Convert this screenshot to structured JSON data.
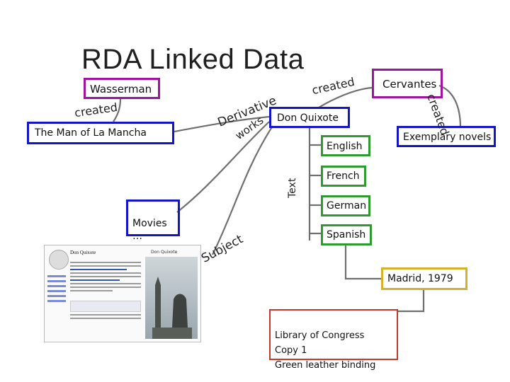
{
  "title": "RDA Linked Data",
  "nodes": {
    "wasserman": "Wasserman",
    "man_of_la_mancha": "The Man of La Mancha",
    "don_quixote": "Don Quixote",
    "cervantes": "Cervantes",
    "exemplary_novels": "Exemplary novels",
    "movies": "Movies\n…",
    "english": "English",
    "french": "French",
    "german": "German",
    "spanish": "Spanish",
    "madrid": "Madrid, 1979",
    "library": "Library of Congress\nCopy 1\nGreen leather binding"
  },
  "edge_labels": {
    "created_left": "created",
    "created_top": "created",
    "created_right": "created",
    "derivative": "Derivative",
    "works": "works",
    "text": "Text",
    "subject": "Subject"
  },
  "wiki_thumb": {
    "page_title": "Don Quixote",
    "image_caption": "Don Quixote"
  },
  "colors": {
    "person": "#a0139e",
    "work": "#1515c8",
    "expression": "#2f9a2f",
    "item": "#c0392b",
    "edge": "#6a6a6a"
  }
}
